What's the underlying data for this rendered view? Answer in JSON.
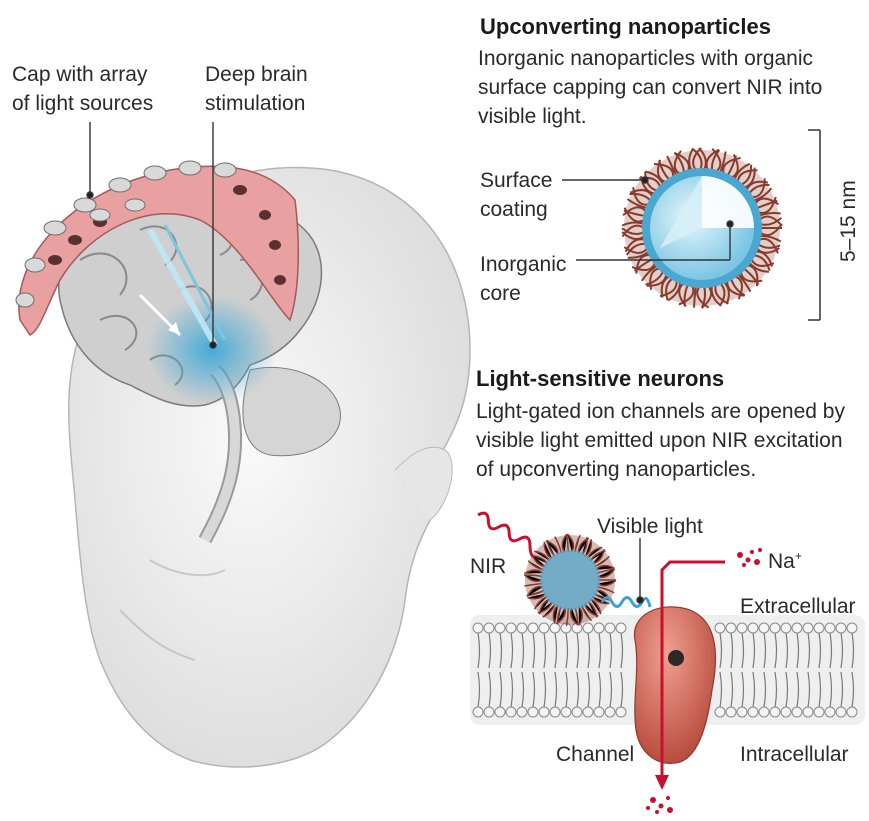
{
  "head_labels": {
    "cap": [
      "Cap with array",
      "of light sources"
    ],
    "dbs": [
      "Deep brain",
      "stimulation"
    ]
  },
  "ucnp": {
    "heading": "Upconverting nanoparticles",
    "desc": [
      "Inorganic nanoparticles with organic",
      "surface capping can convert NIR into",
      "visible light."
    ],
    "surface_coating": [
      "Surface",
      "coating"
    ],
    "inorganic_core": [
      "Inorganic",
      "core"
    ],
    "size": "5–15 nm"
  },
  "neurons": {
    "heading": "Light-sensitive neurons",
    "desc": [
      "Light-gated ion channels are opened by",
      "visible light emitted upon NIR excitation",
      "of upconverting nanoparticles."
    ],
    "nir": "NIR",
    "visible_light": "Visible light",
    "na": "Na",
    "na_sup": "+",
    "extracellular": "Extracellular",
    "channel": "Channel",
    "intracellular": "Intracellular"
  },
  "colors": {
    "cap": "#e8a0a0",
    "brain": "#c9c9c9",
    "glow": "#3fa9d8",
    "coating": "#8a3a2a",
    "core": "#bfe3f2",
    "channel": "#d9695a",
    "nir_wave": "#c8102e",
    "visible_wave": "#3aa0d8"
  }
}
